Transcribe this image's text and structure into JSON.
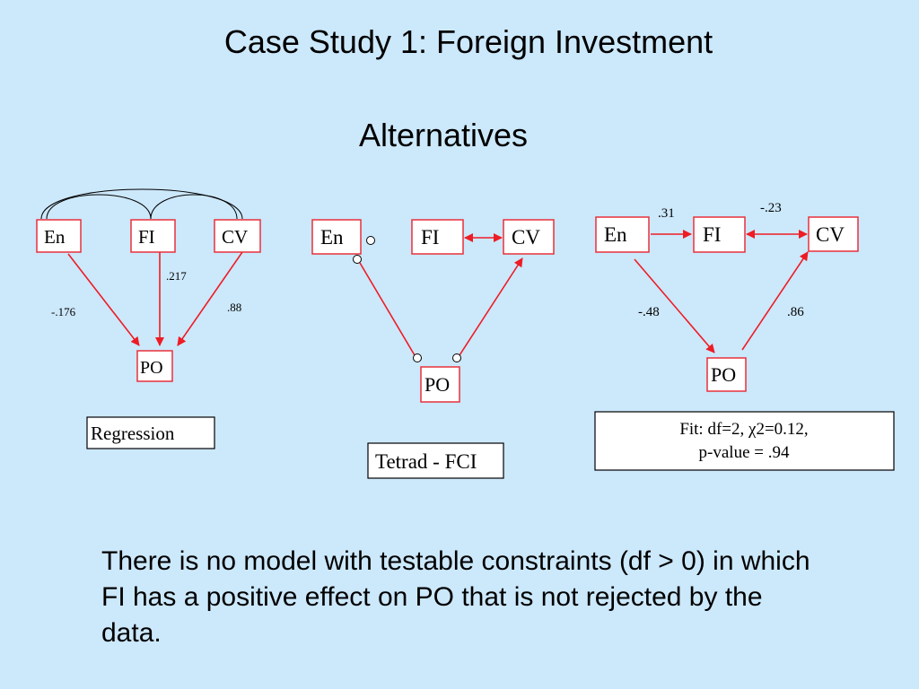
{
  "title": "Case Study 1: Foreign Investment",
  "subtitle": "Alternatives",
  "models": [
    {
      "caption": "Regression",
      "nodes": [
        "En",
        "FI",
        "CV",
        "PO"
      ],
      "coefficients": {
        "en_po": "-.176",
        "fi_po": ".217",
        "cv_po": ".88"
      }
    },
    {
      "caption": "Tetrad - FCI",
      "nodes": [
        "En",
        "FI",
        "CV",
        "PO"
      ]
    },
    {
      "caption_line1": "Fit: df=2, χ2=0.12,",
      "caption_line2": "p-value = .94",
      "nodes": [
        "En",
        "FI",
        "CV",
        "PO"
      ],
      "coefficients": {
        "en_fi": ".31",
        "fi_cv": "-.23",
        "en_po": "-.48",
        "po_cv": ".86"
      }
    }
  ],
  "conclusion": "There is no model with testable constraints (df > 0) in which FI has a positive effect on PO that is not rejected by the data."
}
